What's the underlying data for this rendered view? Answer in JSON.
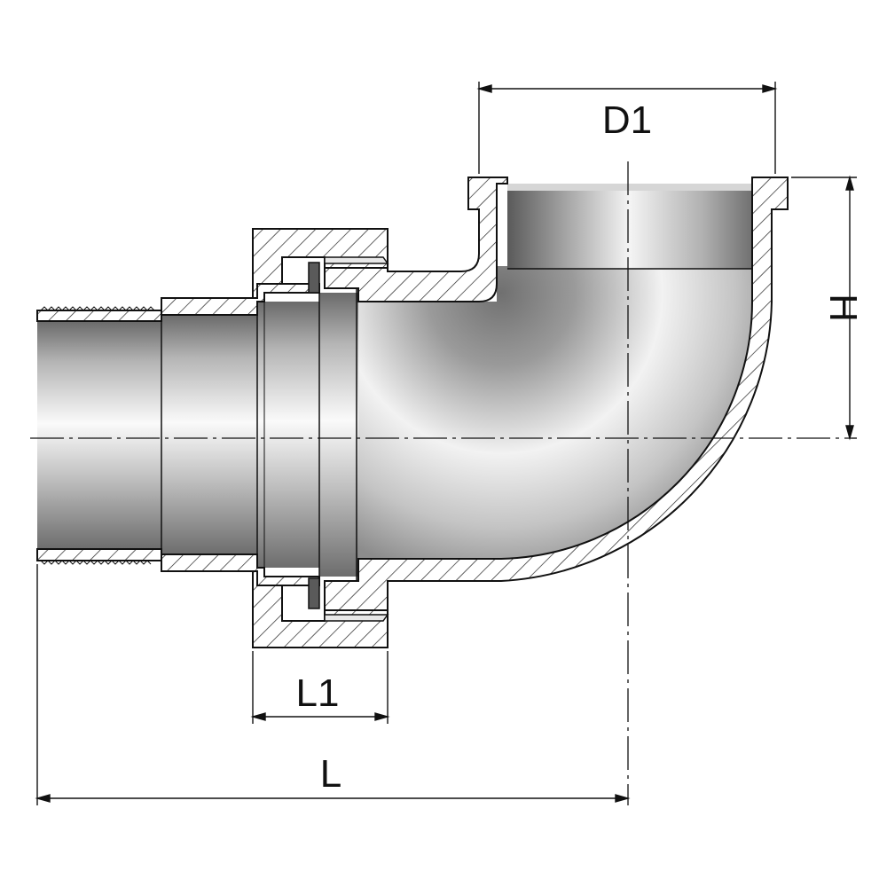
{
  "labels": {
    "d1": "D1",
    "h": "H",
    "l1": "L1",
    "l": "L"
  },
  "colors": {
    "line": "#111111",
    "hatch": "#222222",
    "metal_light": "#f4f4f4",
    "metal_mid": "#b9b9b9",
    "metal_dark": "#5e5e5e"
  }
}
